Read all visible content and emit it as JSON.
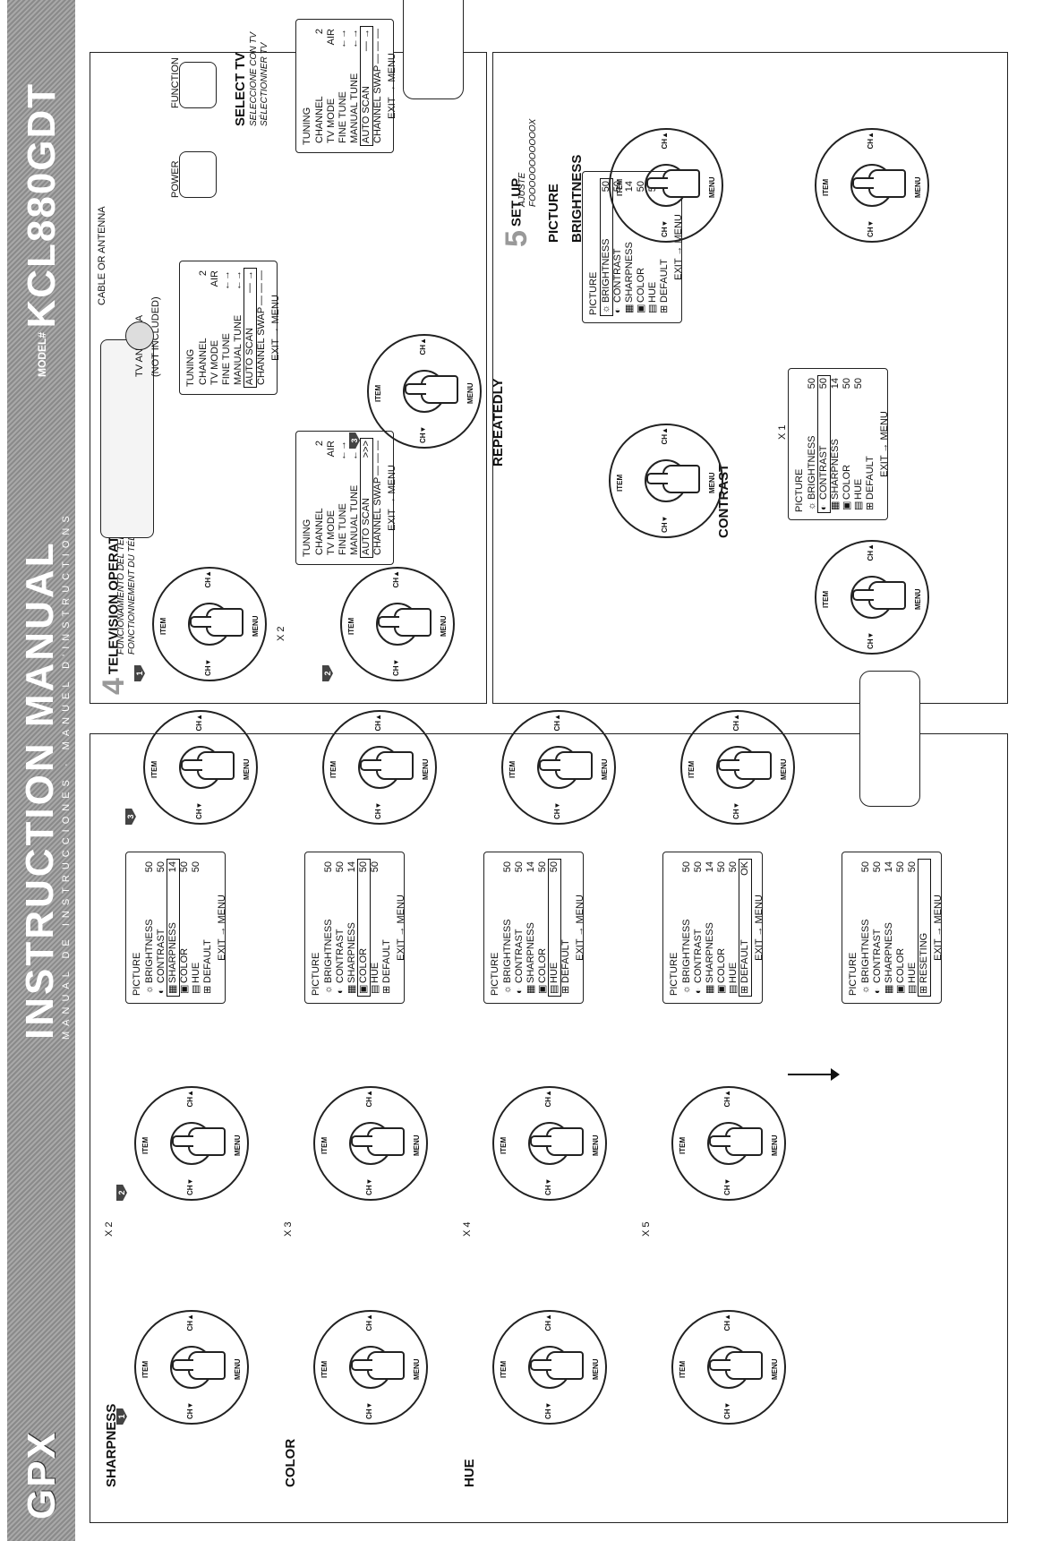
{
  "brand": "GPX",
  "manual_title": "INSTRUCTION MANUAL",
  "manual_subtitle": "MANUAL DE INSTRUCCIONES  ·  MANUEL D'INSTRUCTIONS",
  "model_label": "MODEL#",
  "model_number": "KCL880GDT",
  "section4": {
    "number": "4",
    "title_en": "TELEVISION OPERATION",
    "title_es": "FUNCIONAMIENTO DEL TELEVISOR",
    "title_fr": "FONCTIONNEMENT DU TÉLÉVISEUR",
    "tv_antenna": "TV ANTENNA",
    "cable_antenna": "CABLE OR ANTENNA",
    "not_included": "(NOT INCLUDED)",
    "power": "POWER",
    "function": "FUNCTION",
    "select_tv": "SELECT TV",
    "select_tv_es": "SELECCIONE CON TV",
    "select_tv_fr": "SÉLECTIONNER TV",
    "x2": "X 2",
    "repeatedly": "REPEATEDLY"
  },
  "section5": {
    "number": "5",
    "title_en": "SET UP",
    "title_es": "AJUSTE",
    "title_fr": "FOOOOOOOOOOOX",
    "picture": "PICTURE",
    "brightness": "BRIGHTNESS",
    "contrast": "CONTRAST",
    "x1": "X 1"
  },
  "right": {
    "sharpness": "SHARPNESS",
    "color": "COLOR",
    "hue": "HUE",
    "x2": "X 2",
    "x3": "X 3",
    "x4": "X 4",
    "x5": "X 5"
  },
  "dial_labels": {
    "ch_up": "CH▲",
    "ch_down": "CH▼",
    "item": "ITEM",
    "menu": "MENU"
  },
  "steps": [
    "1",
    "2",
    "3"
  ],
  "tuning": {
    "title": "TUNING",
    "rows_a": [
      {
        "label": "CHANNEL",
        "value": "2"
      },
      {
        "label": "TV MODE",
        "value": "AIR"
      },
      {
        "label": "FINE TUNE",
        "value": "←→"
      },
      {
        "label": "MANUAL TUNE",
        "value": "←→"
      },
      {
        "label": "AUTO SCAN",
        "value": "— →"
      },
      {
        "label": "CHANNEL SWAP",
        "value": "— — —"
      }
    ],
    "rows_b": [
      {
        "label": "CHANNEL",
        "value": "2"
      },
      {
        "label": "TV MODE",
        "value": "AIR"
      },
      {
        "label": "FINE TUNE",
        "value": "←→"
      },
      {
        "label": "MANUAL TUNE",
        "value": "←→"
      },
      {
        "label": "AUTO SCAN",
        "value": ">>>"
      },
      {
        "label": "CHANNEL SWAP",
        "value": "— — —"
      }
    ],
    "rows_c": [
      {
        "label": "CHANNEL",
        "value": "2"
      },
      {
        "label": "TV MODE",
        "value": "AIR"
      },
      {
        "label": "FINE TUNE",
        "value": "←→"
      },
      {
        "label": "MANUAL TUNE",
        "value": "←→"
      },
      {
        "label": "AUTO SCAN",
        "value": "— →"
      },
      {
        "label": "CHANNEL SWAP",
        "value": "— — —"
      }
    ],
    "exit": "EXIT → MENU"
  },
  "picture_menu": {
    "title": "PICTURE",
    "rows": [
      {
        "label": "BRIGHTNESS",
        "value": "50"
      },
      {
        "label": "CONTRAST",
        "value": "50"
      },
      {
        "label": "SHARPNESS",
        "value": "14"
      },
      {
        "label": "COLOR",
        "value": "50"
      },
      {
        "label": "HUE",
        "value": "50"
      },
      {
        "label": "DEFAULT",
        "value": ""
      }
    ],
    "resetting_rows": [
      {
        "label": "BRIGHTNESS",
        "value": "50"
      },
      {
        "label": "CONTRAST",
        "value": "50"
      },
      {
        "label": "SHARPNESS",
        "value": "14"
      },
      {
        "label": "COLOR",
        "value": "50"
      },
      {
        "label": "HUE",
        "value": "50"
      },
      {
        "label": "RESETING",
        "value": ""
      }
    ],
    "ok": "OK",
    "exit": "EXIT → MENU"
  }
}
